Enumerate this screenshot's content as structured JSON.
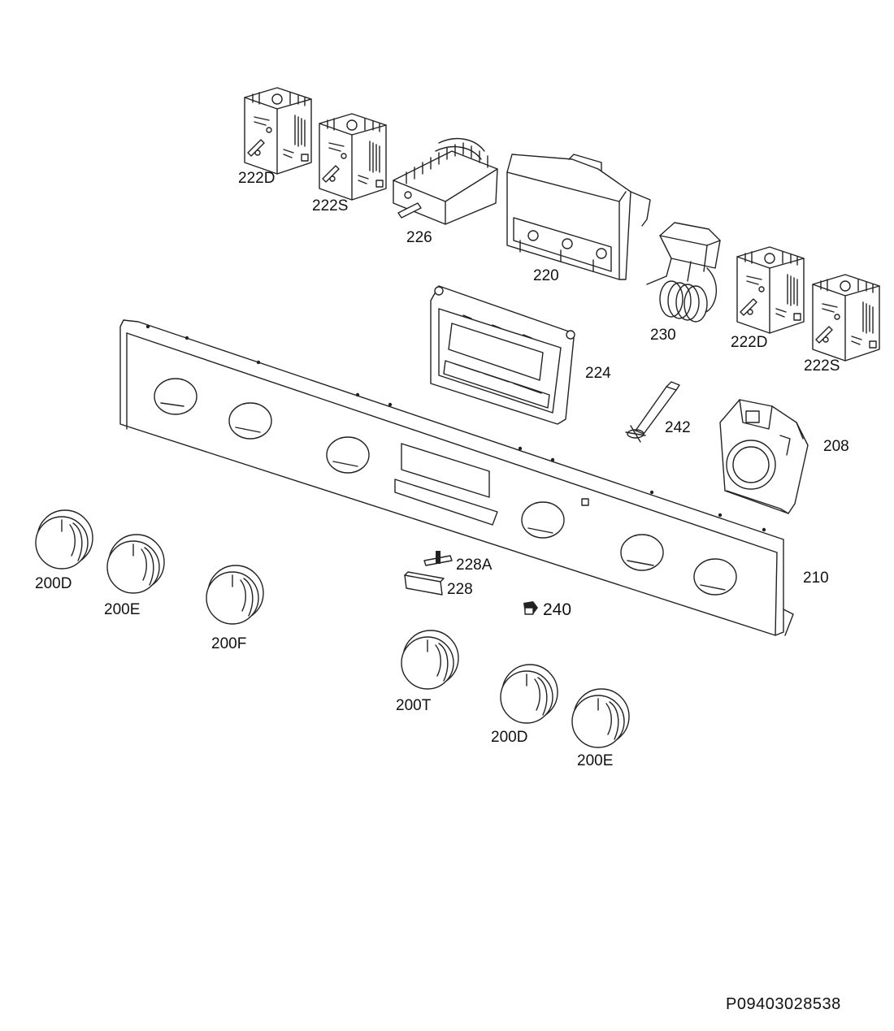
{
  "labels": {
    "l_222D_a": "222D",
    "l_222S_a": "222S",
    "l_226": "226",
    "l_220": "220",
    "l_230": "230",
    "l_222D_b": "222D",
    "l_222S_b": "222S",
    "l_224": "224",
    "l_242": "242",
    "l_208": "208",
    "l_210": "210",
    "l_228A": "228A",
    "l_228": "228",
    "l_240": "240",
    "l_200D_a": "200D",
    "l_200E_a": "200E",
    "l_200F": "200F",
    "l_200T": "200T",
    "l_200D_b": "200D",
    "l_200E_b": "200E"
  },
  "document_id": "P09403028538"
}
